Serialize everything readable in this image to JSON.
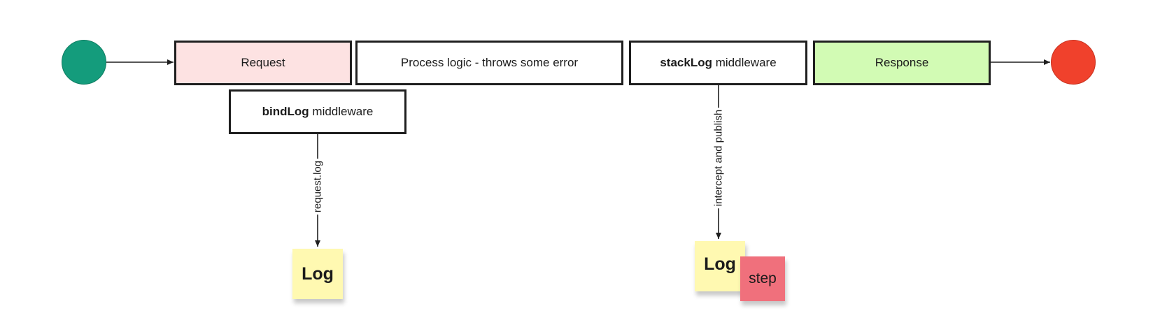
{
  "diagram": {
    "nodes": {
      "request": "Request",
      "process": "Process logic - throws some error",
      "stacklog_bold": "stackLog",
      "stacklog_rest": " middleware",
      "response": "Response",
      "bindlog_bold": "bindLog",
      "bindlog_rest": " middleware"
    },
    "edge_labels": {
      "request_log": "request.log",
      "intercept": "intercept and publish"
    },
    "notes": {
      "log_1": "Log",
      "log_2": "Log",
      "step": "step"
    },
    "colors": {
      "start": "#149c7c",
      "end": "#f0412c",
      "request_fill": "#fde2e2",
      "response_fill": "#d2fbb4",
      "note_yellow": "#fff9b1",
      "note_red": "#f0707c"
    }
  }
}
